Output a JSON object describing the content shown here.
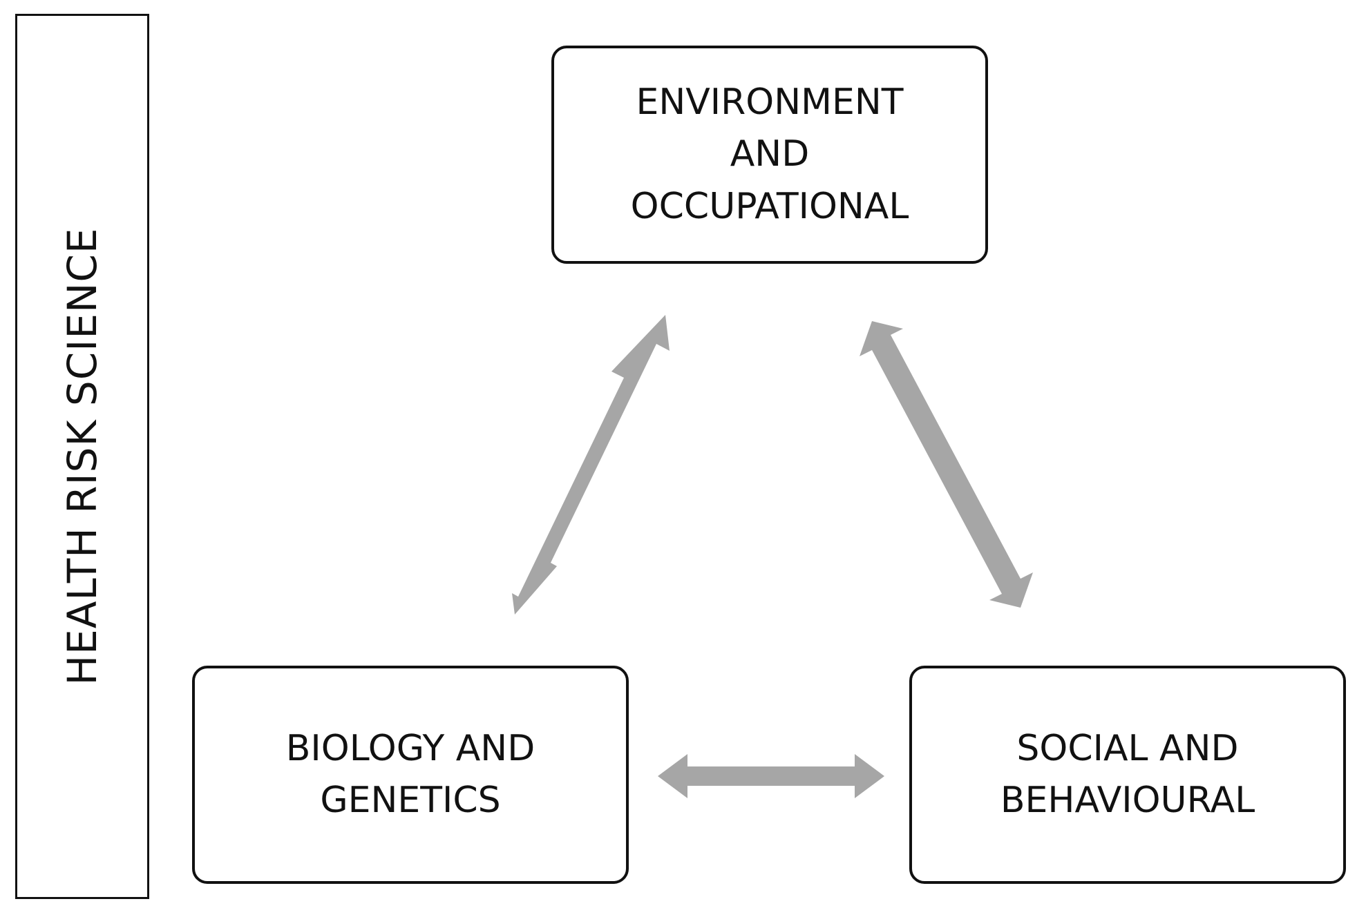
{
  "side_panel": {
    "label": "HEALTH RISK SCIENCE"
  },
  "nodes": {
    "environment": {
      "lines": [
        "ENVIRONMENT",
        "AND",
        "OCCUPATIONAL"
      ]
    },
    "biology": {
      "lines": [
        "BIOLOGY AND",
        "GENETICS"
      ]
    },
    "social": {
      "lines": [
        "SOCIAL AND",
        "BEHAVIOURAL"
      ]
    }
  },
  "connectors": [
    {
      "from": "environment",
      "to": "biology",
      "type": "bidirectional"
    },
    {
      "from": "environment",
      "to": "social",
      "type": "bidirectional"
    },
    {
      "from": "biology",
      "to": "social",
      "type": "bidirectional"
    }
  ],
  "colors": {
    "box_border": "#111111",
    "arrow_fill": "#a6a6a6",
    "background": "#ffffff"
  }
}
